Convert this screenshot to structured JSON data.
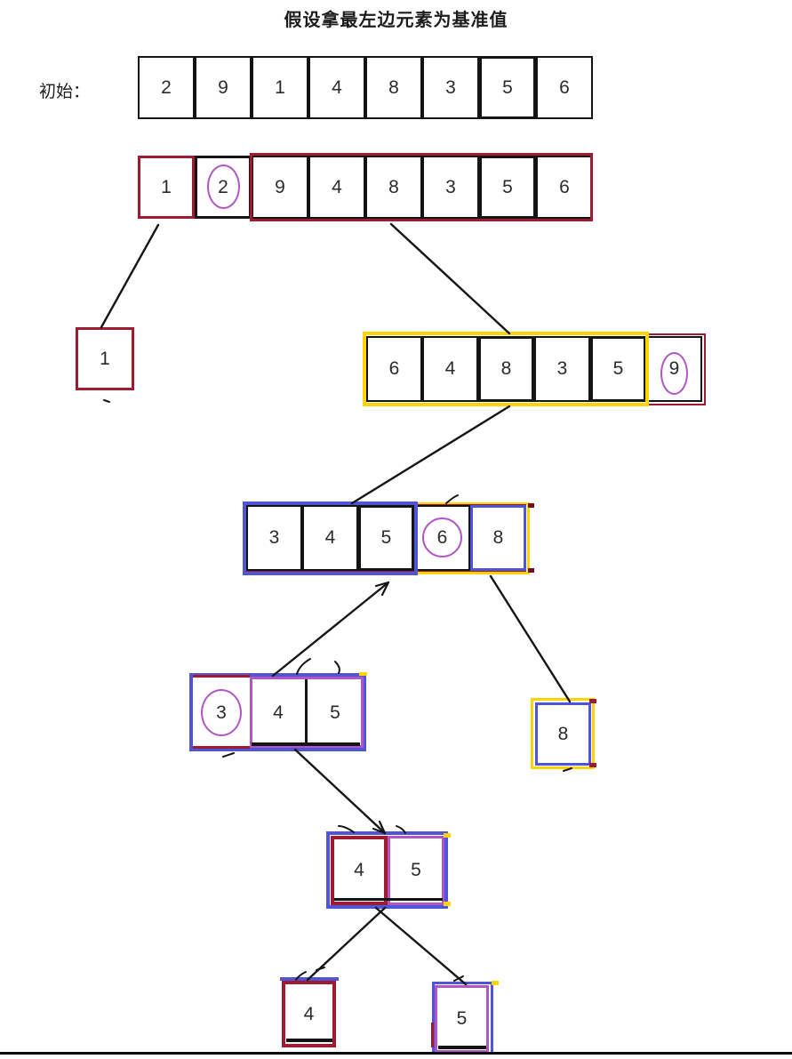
{
  "title": "假设拿最左边元素为基准值",
  "labels": {
    "initial": "初始："
  },
  "colors": {
    "maroon": "#9e1b32",
    "yellow": "#ffd400",
    "blue": "#4f55d6",
    "purple": "#b156c4",
    "line": "#151515"
  },
  "rows": {
    "initial": {
      "values": [
        "2",
        "9",
        "1",
        "4",
        "8",
        "3",
        "5",
        "6"
      ]
    },
    "pass1": {
      "values": [
        "1",
        "2",
        "9",
        "4",
        "8",
        "3",
        "5",
        "6"
      ],
      "pivot": "2"
    },
    "left1": {
      "values": [
        "1"
      ]
    },
    "right1": {
      "values": [
        "6",
        "4",
        "8",
        "3",
        "5",
        "9"
      ],
      "pivot": "9"
    },
    "level3": {
      "values": [
        "3",
        "4",
        "5",
        "6",
        "8"
      ],
      "pivot": "6"
    },
    "left3": {
      "values": [
        "3",
        "4",
        "5"
      ],
      "pivot": "3"
    },
    "right3": {
      "values": [
        "8"
      ]
    },
    "level5": {
      "values": [
        "4",
        "5"
      ]
    },
    "leaf4": {
      "values": [
        "4"
      ]
    },
    "leaf5": {
      "values": [
        "5"
      ]
    }
  }
}
